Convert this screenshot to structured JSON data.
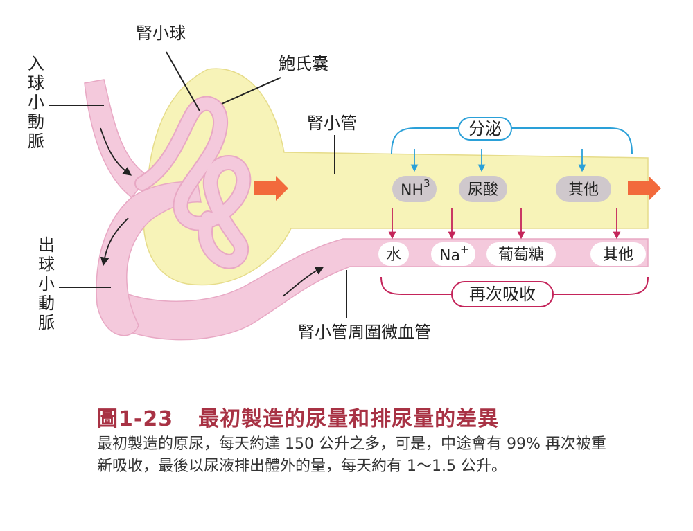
{
  "labels": {
    "glomerulus": "腎小球",
    "bowman": "鮑氏囊",
    "tubule": "腎小管",
    "afferent": [
      "入",
      "球",
      "小",
      "動",
      "脈"
    ],
    "efferent": [
      "出",
      "球",
      "小",
      "動",
      "脈"
    ],
    "capillary": "腎小管周圍微血管"
  },
  "secretion": {
    "title": "分泌",
    "items": [
      "NH",
      "尿酸",
      "其他"
    ],
    "nh_sup": "3"
  },
  "reabsorption": {
    "title": "再次吸收",
    "items": [
      "水",
      "Na",
      "葡萄糖",
      "其他"
    ],
    "na_sup": "+"
  },
  "caption": {
    "figure_number": "圖1-23",
    "title": "最初製造的尿量和排尿量的差異",
    "body": "最初製造的原尿，每天約達 150 公升之多，可是，中途會有 99% 再次被重新吸收，最後以尿液排出體外的量，每天約有 1～1.5 公升。"
  },
  "colors": {
    "capsule": "#f7f3b8",
    "vessel": "#f4c9dc",
    "vessel_stroke": "#e8a8c4",
    "secretion": "#2aa0d8",
    "reabsorption": "#c4245a",
    "flow_arrow": "#f26a3c",
    "pill": "#cfc8cc",
    "caption_title": "#a83244"
  }
}
